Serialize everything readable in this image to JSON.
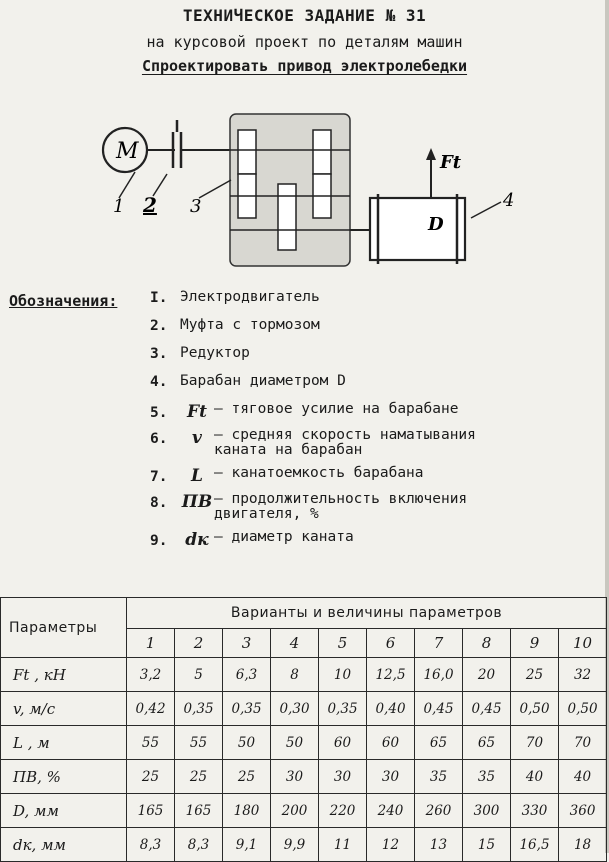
{
  "header": {
    "title": "ТЕХНИЧЕСКОЕ ЗАДАНИЕ № 31",
    "subtitle": "на курсовой проект по деталям машин",
    "task": "Спроектировать привод электролебедки"
  },
  "diagram": {
    "motor_label": "M",
    "force_label": "Ft",
    "drum_label": "D",
    "callouts": [
      "1",
      "2",
      "3",
      "4"
    ]
  },
  "legend": {
    "label": "Обозначения:",
    "items": [
      {
        "num": "I.",
        "sym": "",
        "text": "Электродвигатель"
      },
      {
        "num": "2.",
        "sym": "",
        "text": "Муфта с тормозом"
      },
      {
        "num": "3.",
        "sym": "",
        "text": "Редуктор"
      },
      {
        "num": "4.",
        "sym": "",
        "text": "Барабан диаметром D"
      },
      {
        "num": "5.",
        "sym": "Ft",
        "text": "– тяговое усилие на барабане"
      },
      {
        "num": "6.",
        "sym": "v",
        "text": "– средняя скорость наматывания каната на барабан"
      },
      {
        "num": "7.",
        "sym": "L",
        "text": "– канатоемкость барабана"
      },
      {
        "num": "8.",
        "sym": "ПВ",
        "text": "– продолжительность включения двигателя, %"
      },
      {
        "num": "9.",
        "sym": "dк",
        "text": "– диаметр каната"
      }
    ]
  },
  "table": {
    "corner": "Параметры",
    "group_header": "Варианты и величины параметров",
    "variants": [
      "1",
      "2",
      "3",
      "4",
      "5",
      "6",
      "7",
      "8",
      "9",
      "10"
    ],
    "rows": [
      {
        "param": "Ft , кН",
        "values": [
          "3,2",
          "5",
          "6,3",
          "8",
          "10",
          "12,5",
          "16,0",
          "20",
          "25",
          "32"
        ]
      },
      {
        "param": "v, м/с",
        "values": [
          "0,42",
          "0,35",
          "0,35",
          "0,30",
          "0,35",
          "0,40",
          "0,45",
          "0,45",
          "0,50",
          "0,50"
        ]
      },
      {
        "param": "L , м",
        "values": [
          "55",
          "55",
          "50",
          "50",
          "60",
          "60",
          "65",
          "65",
          "70",
          "70"
        ]
      },
      {
        "param": "ПВ, %",
        "values": [
          "25",
          "25",
          "25",
          "30",
          "30",
          "30",
          "35",
          "35",
          "40",
          "40"
        ]
      },
      {
        "param": "D, мм",
        "values": [
          "165",
          "165",
          "180",
          "200",
          "220",
          "240",
          "260",
          "300",
          "330",
          "360"
        ]
      },
      {
        "param": "dк, мм",
        "values": [
          "8,3",
          "8,3",
          "9,1",
          "9,9",
          "11",
          "12",
          "13",
          "15",
          "16,5",
          "18"
        ]
      }
    ]
  }
}
